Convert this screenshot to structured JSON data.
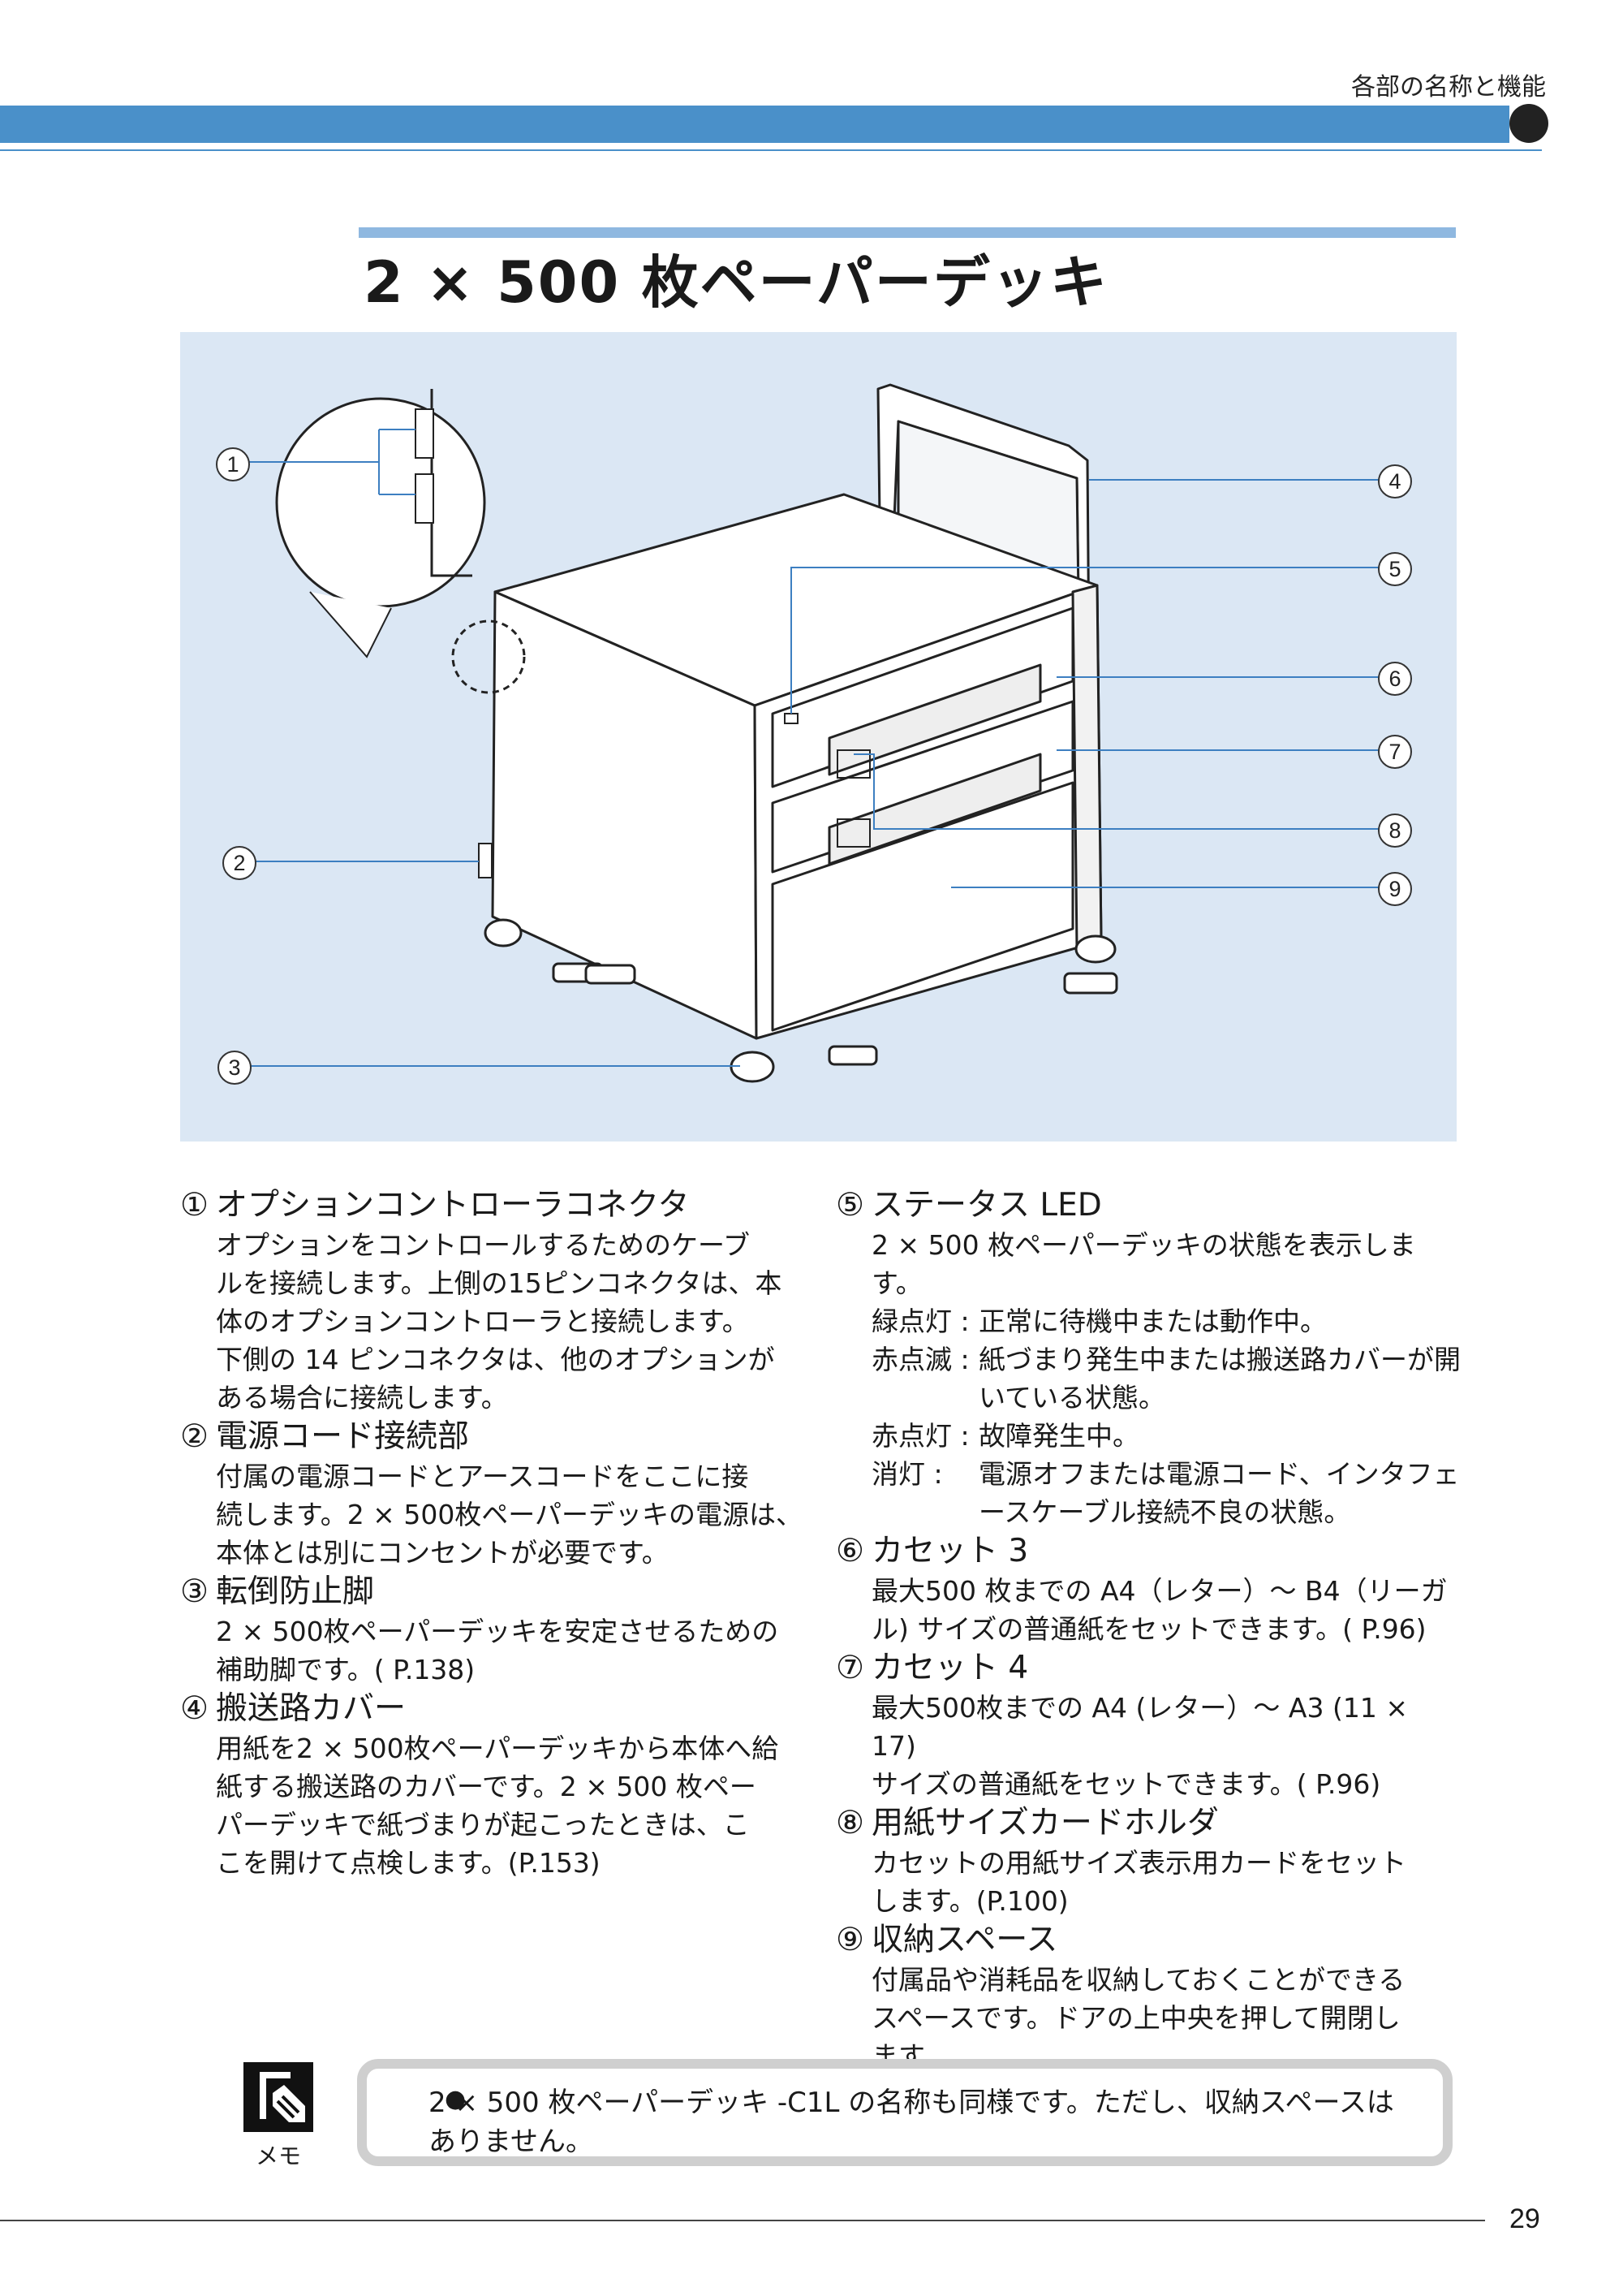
{
  "header": {
    "section": "各部の名称と機能"
  },
  "title": "2 × 500 枚ペーパーデッキ",
  "callouts": [
    "1",
    "2",
    "3",
    "4",
    "5",
    "6",
    "7",
    "8",
    "9"
  ],
  "items": [
    {
      "num": "①",
      "title": "オプションコントローラコネクタ",
      "lines": [
        "オプションをコントロールするためのケーブ",
        "ルを接続します。上側の15ピンコネクタは、本",
        "体のオプションコントローラと接続します。",
        "下側の 14 ピンコネクタは、他のオプションが",
        "ある場合に接続します。"
      ]
    },
    {
      "num": "②",
      "title": "電源コード接続部",
      "lines": [
        "付属の電源コードとアースコードをここに接",
        "続します。2 × 500枚ペーパーデッキの電源は、",
        "本体とは別にコンセントが必要です。"
      ]
    },
    {
      "num": "③",
      "title": "転倒防止脚",
      "lines": [
        "2 × 500枚ペーパーデッキを安定させるための",
        "補助脚です。( P.138)"
      ]
    },
    {
      "num": "④",
      "title": "搬送路カバー",
      "lines": [
        "用紙を2 × 500枚ペーパーデッキから本体へ給",
        "紙する搬送路のカバーです。2 × 500 枚ペー",
        "パーデッキで紙づまりが起こったときは、こ",
        "こを開けて点検します。(P.153)"
      ]
    },
    {
      "num": "⑤",
      "title": "ステータス LED",
      "lines": [
        "2 × 500 枚ペーパーデッキの状態を表示しま",
        "す。"
      ],
      "led": [
        {
          "key": "緑点灯 :",
          "val": "正常に待機中または動作中。"
        },
        {
          "key": "赤点滅 :",
          "val": "紙づまり発生中または搬送路カバーが開いている状態。"
        },
        {
          "key": "赤点灯 :",
          "val": "故障発生中。"
        },
        {
          "key": "消灯 :",
          "val": "電源オフまたは電源コード、インタフェースケーブル接続不良の状態。"
        }
      ]
    },
    {
      "num": "⑥",
      "title": "カセット 3",
      "lines": [
        "最大500 枚までの A4（レター）～ B4（リーガ",
        "ル) サイズの普通紙をセットできます。( P.96)"
      ]
    },
    {
      "num": "⑦",
      "title": "カセット 4",
      "lines": [
        "最大500枚までの A4 (レター）～ A3 (11 × 17)",
        "サイズの普通紙をセットできます。( P.96)"
      ]
    },
    {
      "num": "⑧",
      "title": "用紙サイズカードホルダ",
      "lines": [
        "カセットの用紙サイズ表示用カードをセット",
        "します。(P.100)"
      ]
    },
    {
      "num": "⑨",
      "title": "収納スペース",
      "lines": [
        "付属品や消耗品を収納しておくことができる",
        "スペースです。ドアの上中央を押して開閉し",
        "ます。"
      ]
    }
  ],
  "memo": {
    "label": "メモ",
    "bullet": "●",
    "text": "2 × 500 枚ペーパーデッキ -C1L の名称も同様です。ただし、収納スペースはありません。"
  },
  "page_number": "29"
}
